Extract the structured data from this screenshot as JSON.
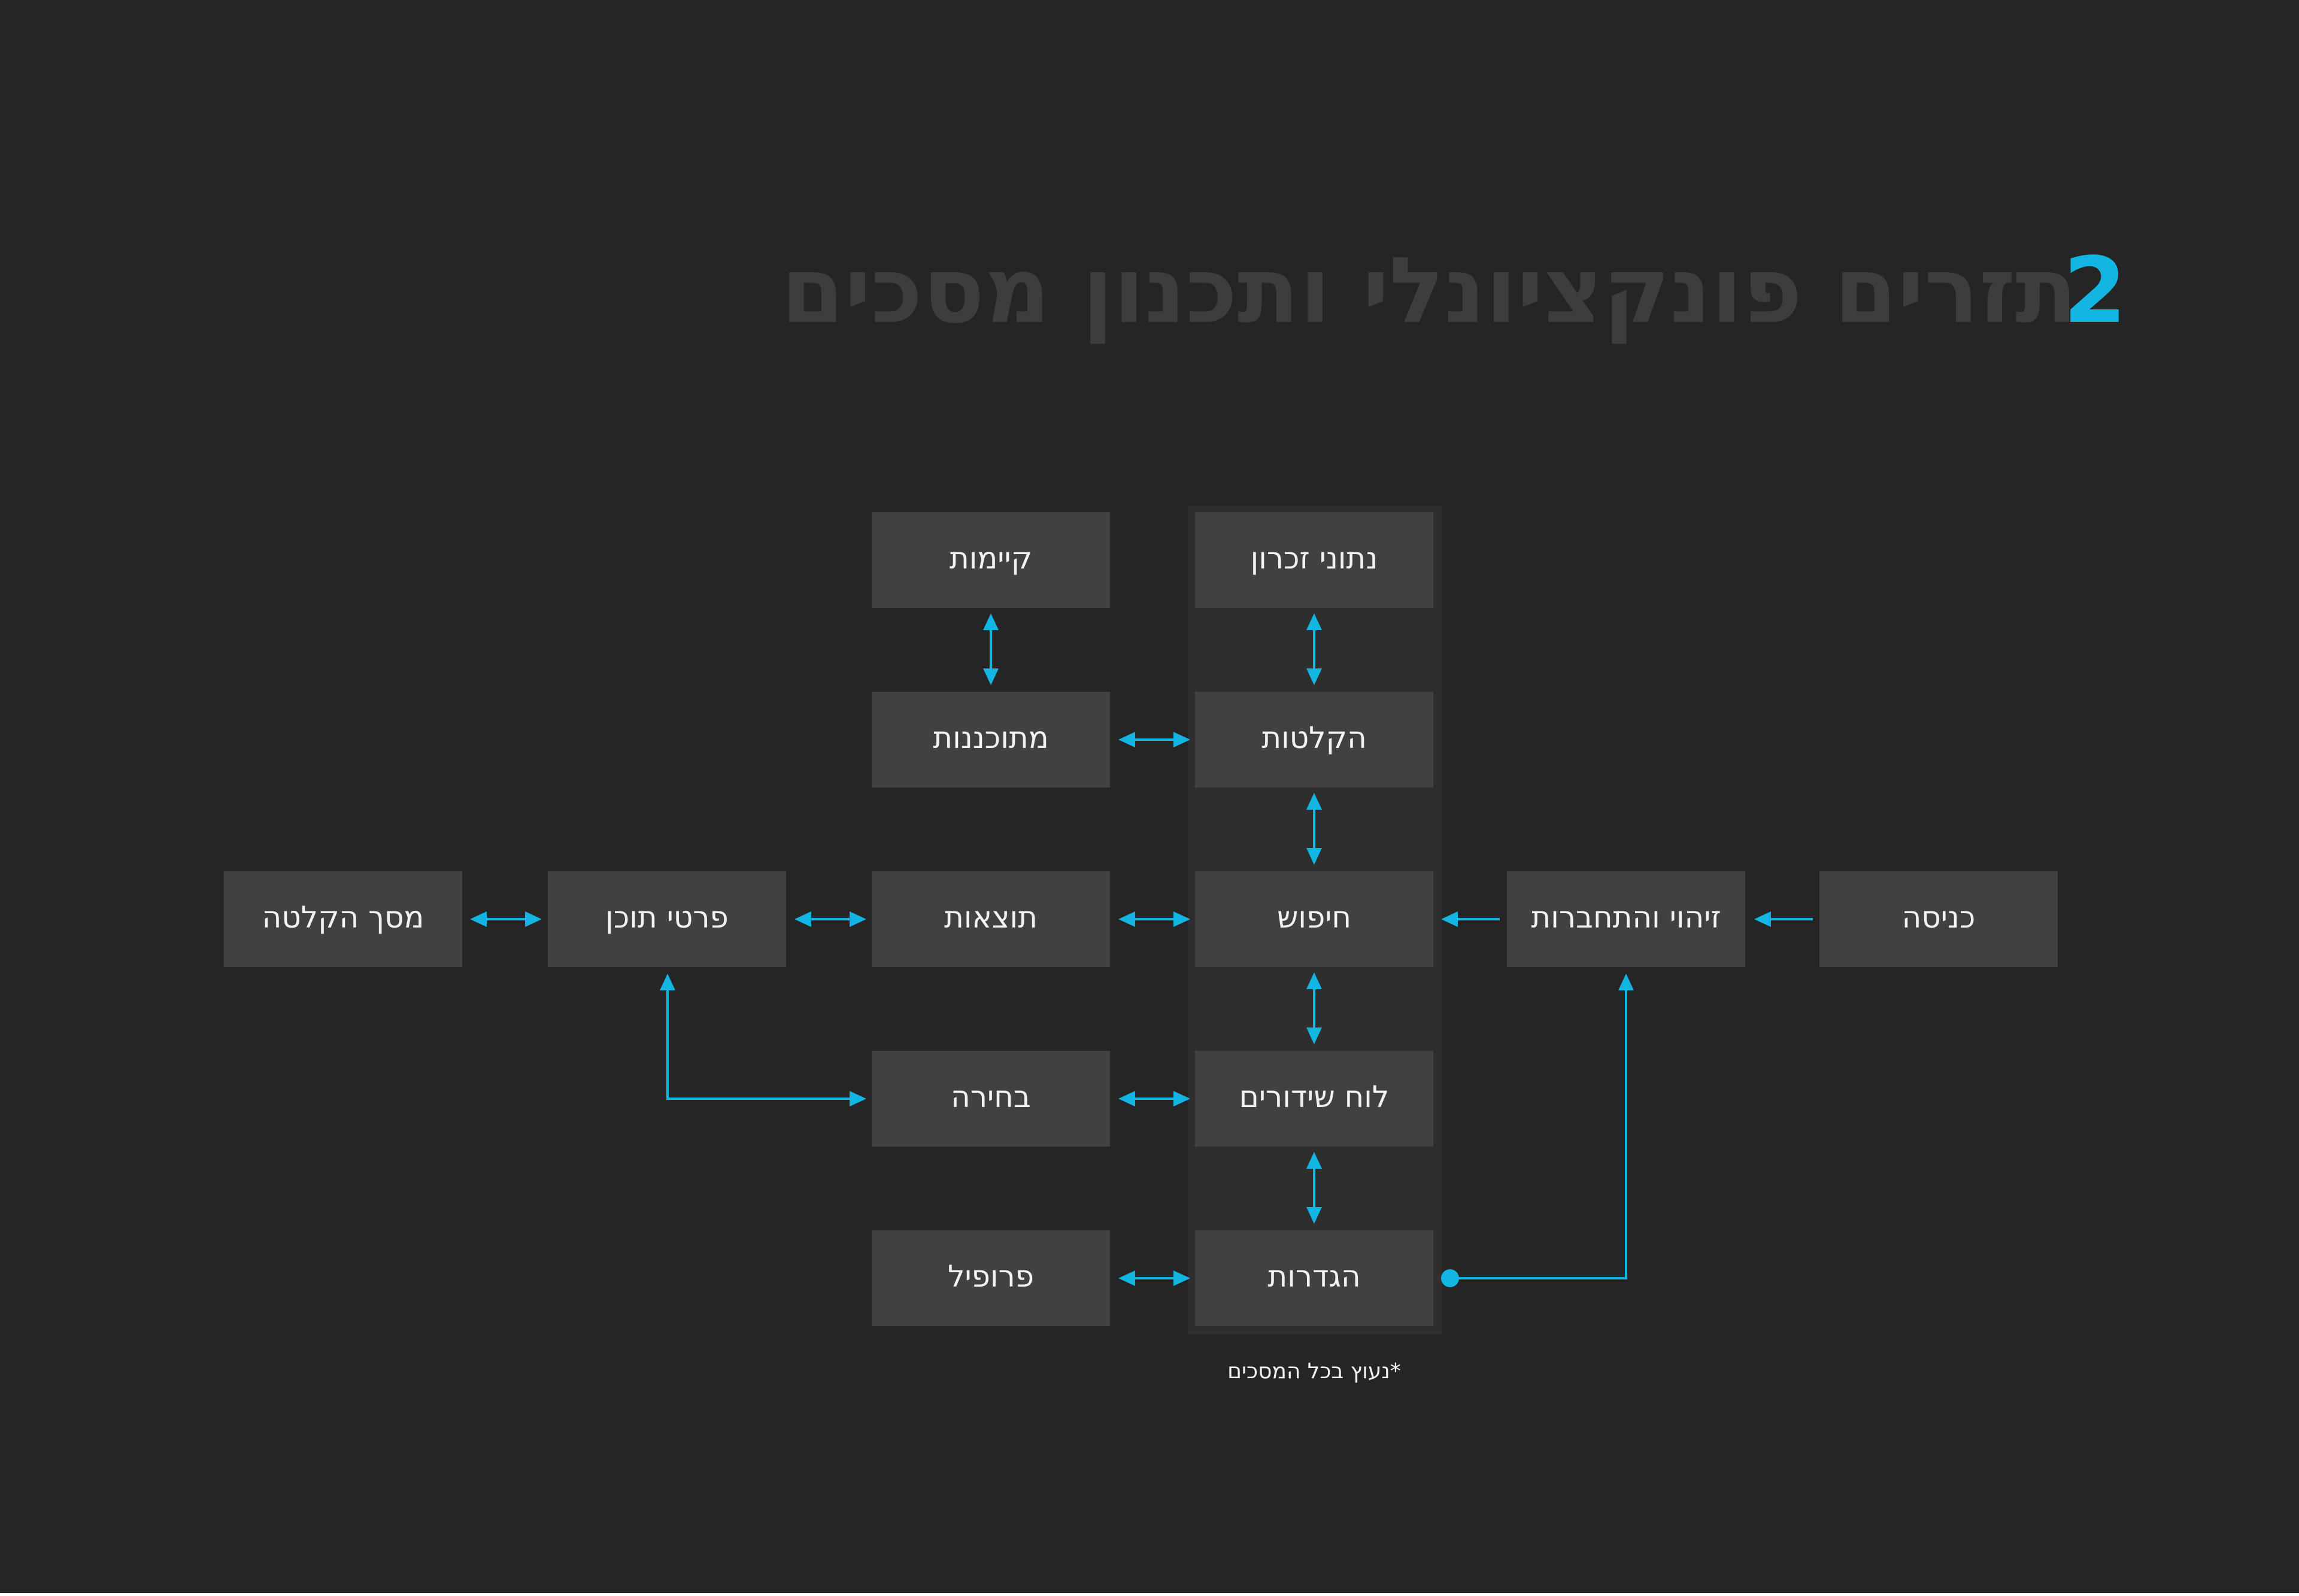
{
  "title": {
    "number": "2",
    "text": "תזרים פונקציונלי ותכנון מסכים"
  },
  "colors": {
    "background": "#252525",
    "accent": "#13b6e3",
    "node_fill": "#414143",
    "column_fill": "#2e2e2f",
    "title_text": "#3d3d3e",
    "label_text": "#f2f2f2"
  },
  "nodes": {
    "entry": "כניסה",
    "login": "זיהוי והתחברות",
    "memory": "נתוני זכרון",
    "recordings": "הקלטות",
    "search": "חיפוש",
    "schedule": "לוח שידורים",
    "settings": "הגדרות",
    "existing": "קיימות",
    "scheduled": "מתוכננות",
    "results": "תוצאות",
    "selection": "בחירה",
    "profile": "פרופיל",
    "details": "פרטי תוכן",
    "record_screen": "מסך הקלטה"
  },
  "footnote": "*נעוץ בכל המסכים"
}
